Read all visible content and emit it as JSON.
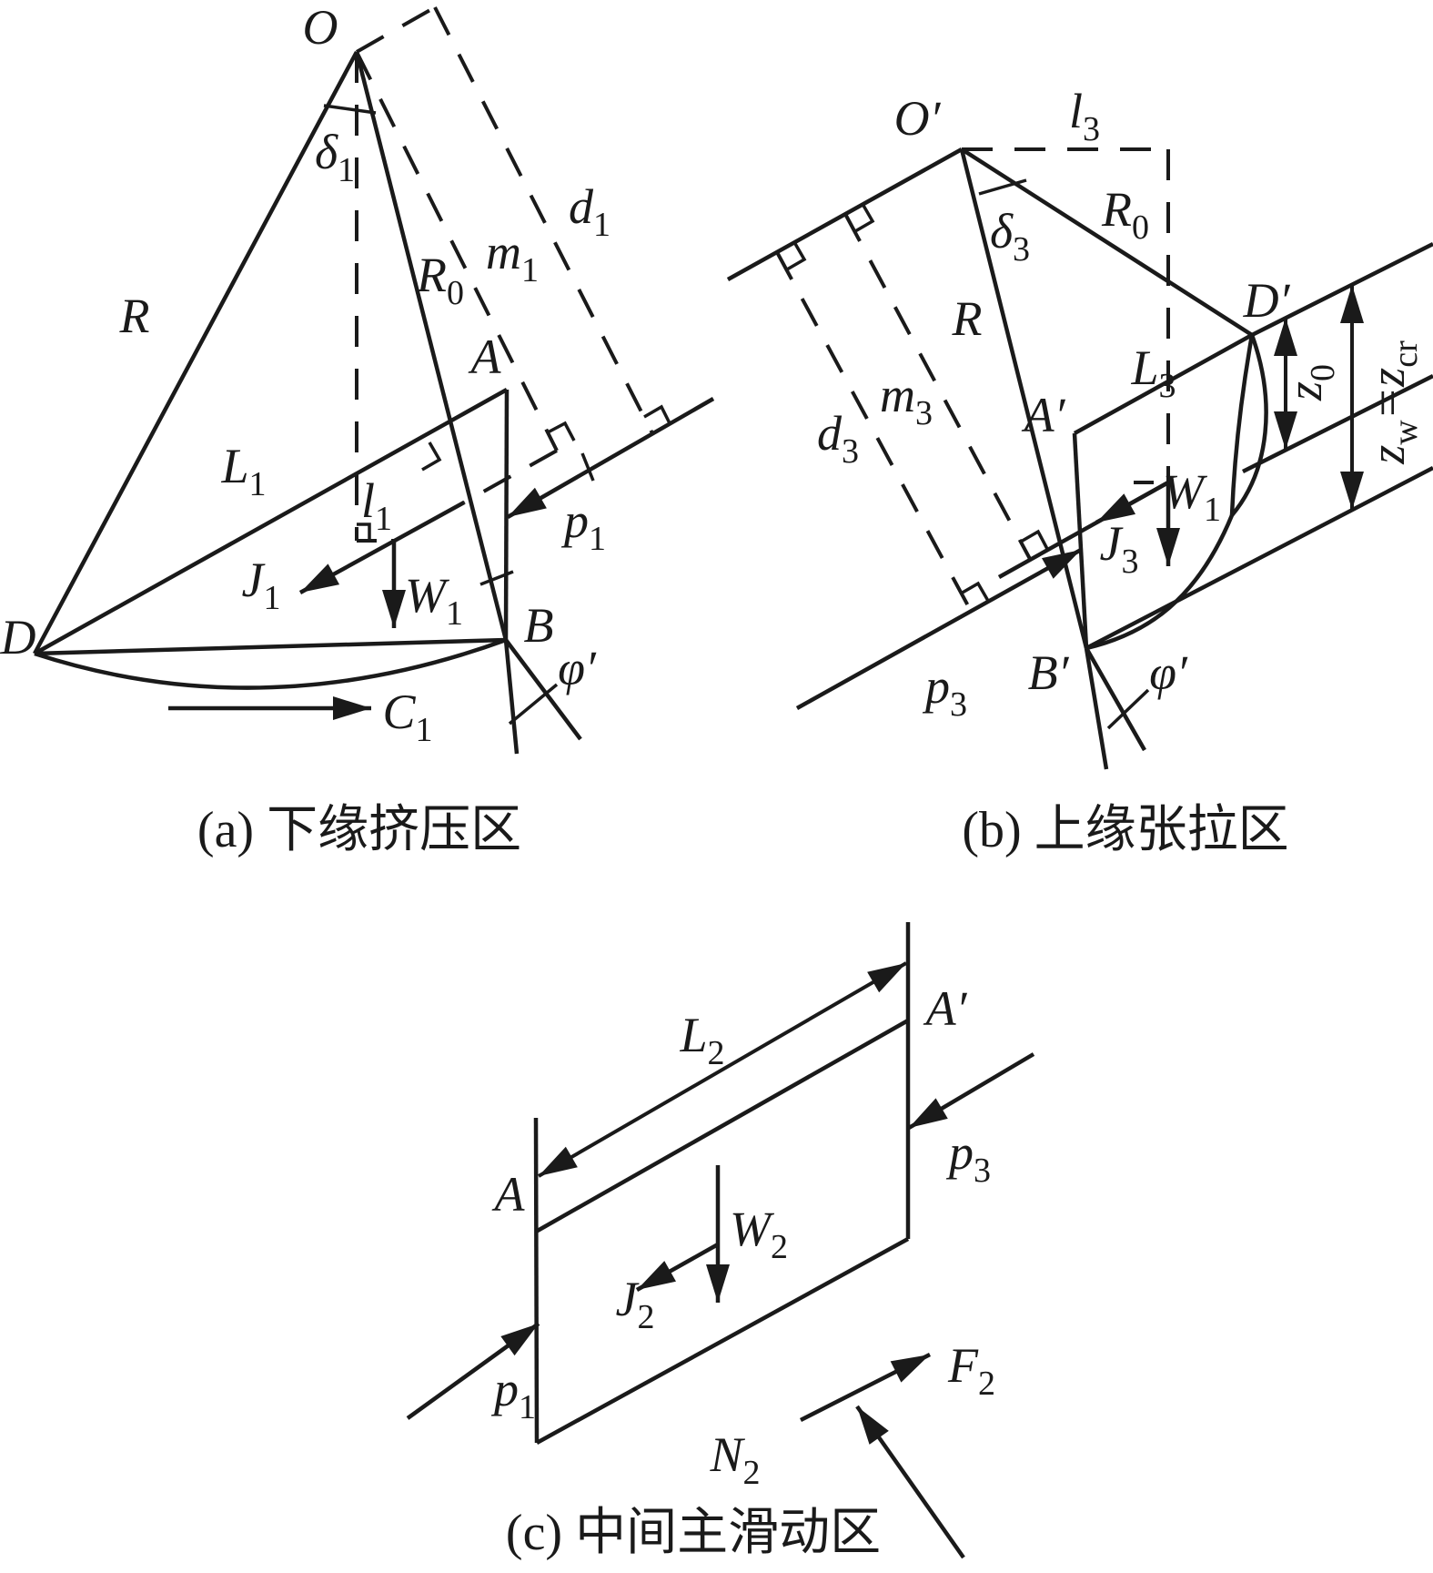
{
  "figure": {
    "background_color": "#ffffff",
    "ink_color": "#1a1a1a",
    "type": "geotechnical force-equilibrium diagram, three zones of a landslide wedge model"
  },
  "fig_a": {
    "caption": "(a) 下缘挤压区",
    "labels": {
      "O": {
        "main": "O"
      },
      "delta1": {
        "main": "δ",
        "sub": "1"
      },
      "d1": {
        "main": "d",
        "sub": "1"
      },
      "m1": {
        "main": "m",
        "sub": "1"
      },
      "R0": {
        "main": "R",
        "sub": "0"
      },
      "R": {
        "main": "R"
      },
      "A": {
        "main": "A"
      },
      "L1": {
        "main": "L",
        "sub": "1"
      },
      "l1": {
        "main": "l",
        "sub": "1"
      },
      "p1": {
        "main": "p",
        "sub": "1"
      },
      "J1": {
        "main": "J",
        "sub": "1"
      },
      "W1": {
        "main": "W",
        "sub": "1"
      },
      "D": {
        "main": "D"
      },
      "B": {
        "main": "B"
      },
      "phi": {
        "main": "φ′"
      },
      "C1": {
        "main": "C",
        "sub": "1"
      }
    }
  },
  "fig_b": {
    "caption": "(b) 上缘张拉区",
    "labels": {
      "Oprime": {
        "main": "O′"
      },
      "l3": {
        "main": "l",
        "sub": "3"
      },
      "delta3": {
        "main": "δ",
        "sub": "3"
      },
      "R0": {
        "main": "R",
        "sub": "0"
      },
      "R": {
        "main": "R"
      },
      "Dprime": {
        "main": "D′"
      },
      "L3": {
        "main": "L",
        "sub": "3"
      },
      "Aprime": {
        "main": "A′"
      },
      "m3": {
        "main": "m",
        "sub": "3"
      },
      "d3": {
        "main": "d",
        "sub": "3"
      },
      "W1": {
        "main": "W",
        "sub": "1"
      },
      "J3": {
        "main": "J",
        "sub": "3"
      },
      "p3": {
        "main": "p",
        "sub": "3"
      },
      "Bprime": {
        "main": "B′"
      },
      "phi": {
        "main": "φ′"
      },
      "z0": {
        "main": "z",
        "sub": "0"
      },
      "zw": {
        "p0": "z",
        "p1": "w",
        "p2": "=z",
        "p3": "cr"
      }
    }
  },
  "fig_c": {
    "caption": "(c) 中间主滑动区",
    "labels": {
      "L2": {
        "main": "L",
        "sub": "2"
      },
      "Aprime": {
        "main": "A′"
      },
      "A": {
        "main": "A"
      },
      "p3": {
        "main": "p",
        "sub": "3"
      },
      "W2": {
        "main": "W",
        "sub": "2"
      },
      "J2": {
        "main": "J",
        "sub": "2"
      },
      "p1": {
        "main": "p",
        "sub": "1"
      },
      "F2": {
        "main": "F",
        "sub": "2"
      },
      "N2": {
        "main": "N",
        "sub": "2"
      }
    }
  }
}
